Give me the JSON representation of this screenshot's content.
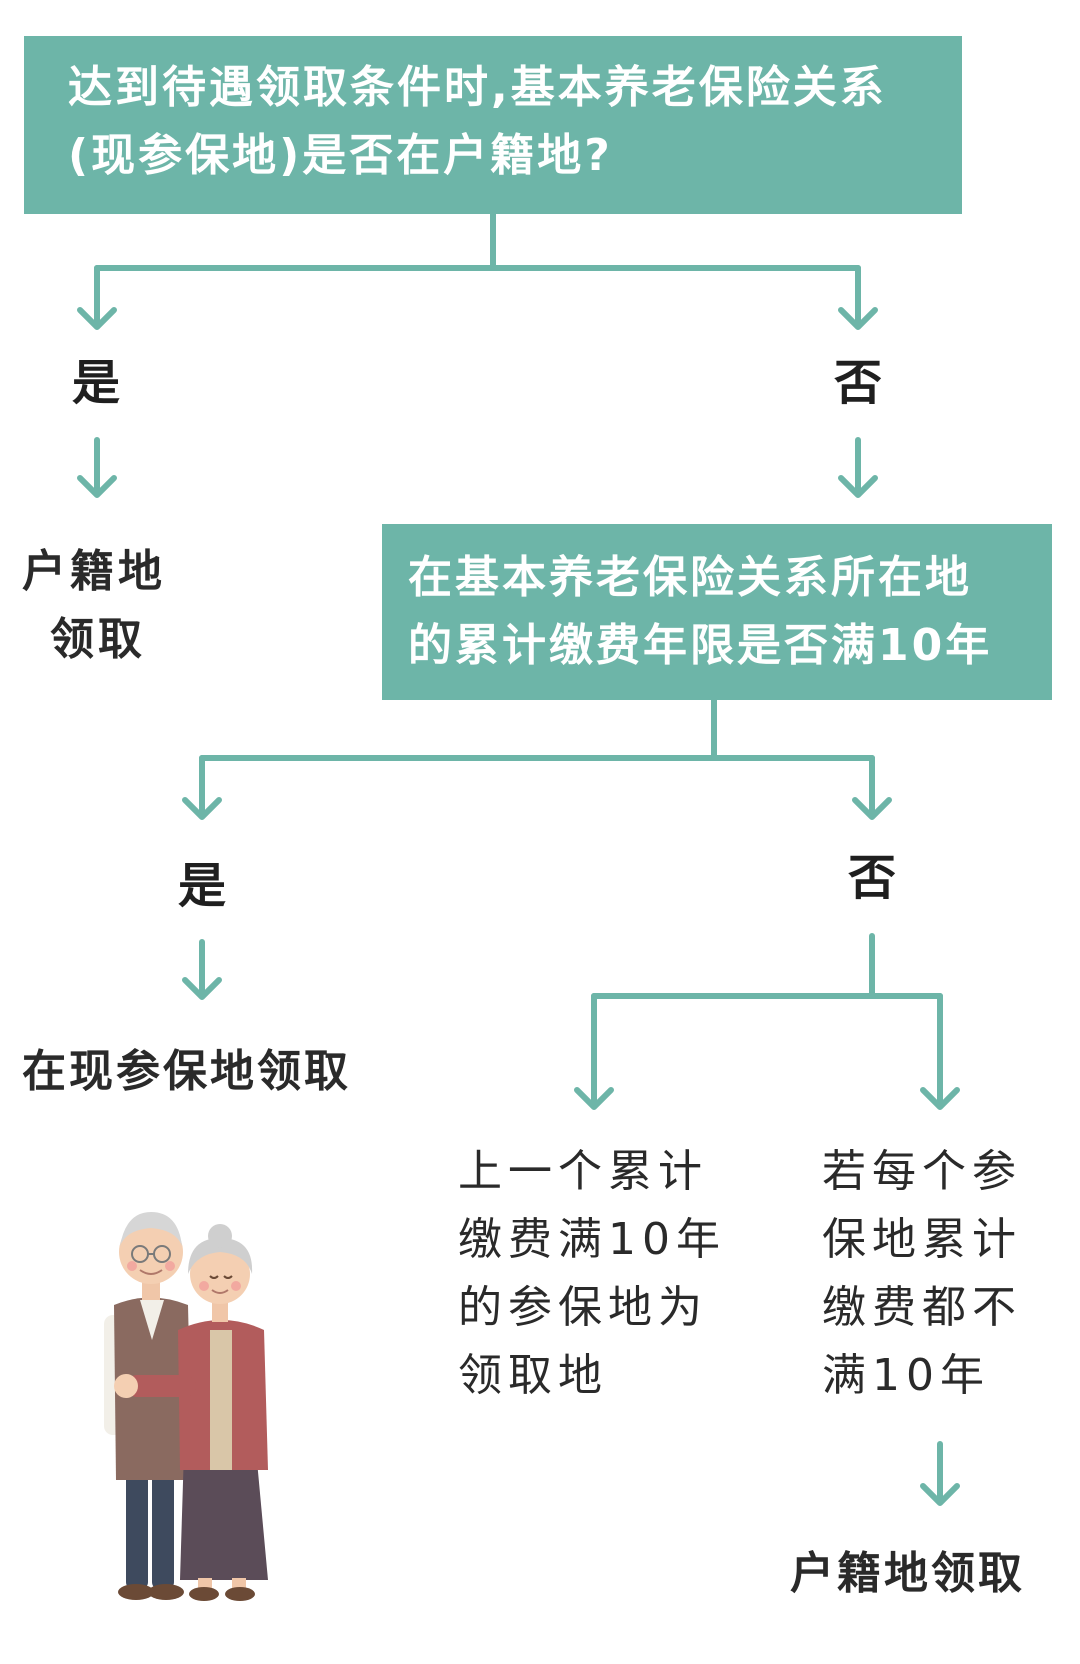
{
  "question1": {
    "lines": [
      "达到待遇领取条件时,基本养老保险关系",
      "(现参保地)是否在户籍地?"
    ]
  },
  "branch1": {
    "yes_label": "是",
    "no_label": "否",
    "yes_result_lines": [
      "户籍地",
      "领取"
    ]
  },
  "question2": {
    "lines": [
      "在基本养老保险关系所在地",
      "的累计缴费年限是否满10年"
    ]
  },
  "branch2": {
    "yes_label": "是",
    "no_label": "否",
    "yes_result": "在现参保地领取"
  },
  "branch3": {
    "left_result_lines": [
      "上一个累计",
      "缴费满10年",
      "的参保地为",
      "领取地"
    ],
    "right_condition_lines": [
      "若每个参",
      "保地累计",
      "缴费都不",
      "满10年"
    ],
    "right_result": "户籍地领取"
  },
  "colors": {
    "accent": "#6db5a8",
    "text": "#1f1f1f"
  },
  "icons": [
    "down-arrow-icon",
    "elderly-couple-illustration"
  ]
}
